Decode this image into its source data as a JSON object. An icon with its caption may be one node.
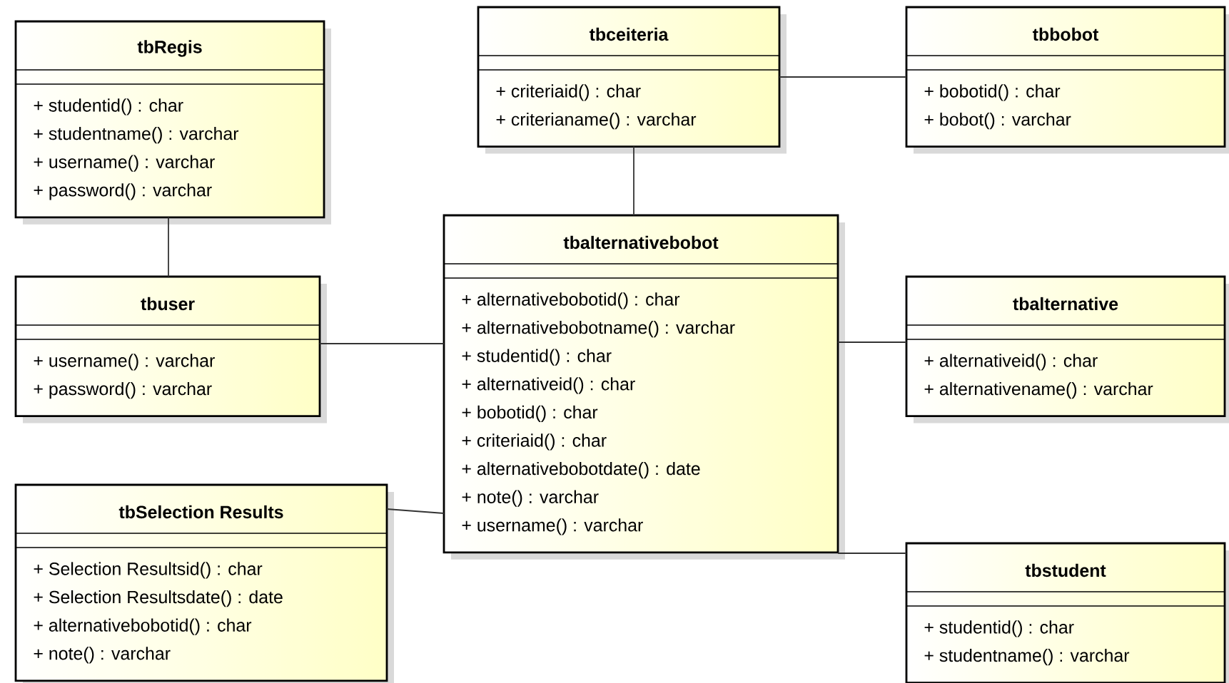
{
  "diagram": {
    "nodes": [
      {
        "text": [
          "tbRegis",
          "+ studentid() : char",
          "+ studentname() : varchar",
          "+ username() : varchar",
          "+ password() : varchar"
        ]
      },
      {
        "text": [
          "tbceiteria",
          "+ criteriaid() : char",
          "+ criterianame() : varchar"
        ]
      },
      {
        "text": [
          "tbbobot",
          "+ bobotid() : char",
          "+ bobot() : varchar"
        ]
      },
      {
        "text": [
          "tbuser",
          "+ username() : varchar",
          "+ password() : varchar"
        ]
      },
      {
        "text": [
          "tbalternativebobot",
          "+ alternativebobotid() : char",
          "+ alternativebobotname() : varchar",
          "+ studentid() : char",
          "+ alternativeid() : char",
          "+ bobotid() : char",
          "+ criteriaid() : char",
          "+ alternativebobotdate() : date",
          "+ note() : varchar",
          "+ username() : varchar"
        ]
      },
      {
        "text": [
          "tbalternative",
          "+ alternativeid() : char",
          "+ alternativename() : varchar"
        ]
      },
      {
        "text": [
          "tbSelection Results",
          "+ Selection Resultsid() : char",
          "+ Selection Resultsdate() : date",
          "+ alternativebobotid() : char",
          "+ note() : varchar"
        ]
      },
      {
        "text": [
          "tbstudent",
          "+ studentid() : char",
          "+ studentname() : varchar"
        ]
      }
    ],
    "edges": [
      {
        "from": 0,
        "to": 3,
        "arrow": "none"
      },
      {
        "from": 1,
        "to": 2,
        "arrow": "none"
      },
      {
        "from": 1,
        "to": 4,
        "arrow": "none"
      },
      {
        "from": 3,
        "to": 4,
        "arrow": "none"
      },
      {
        "from": 4,
        "to": 5,
        "arrow": "none"
      },
      {
        "from": 6,
        "to": 4,
        "arrow": "none"
      },
      {
        "from": 4,
        "to": 7,
        "arrow": "none"
      }
    ]
  }
}
